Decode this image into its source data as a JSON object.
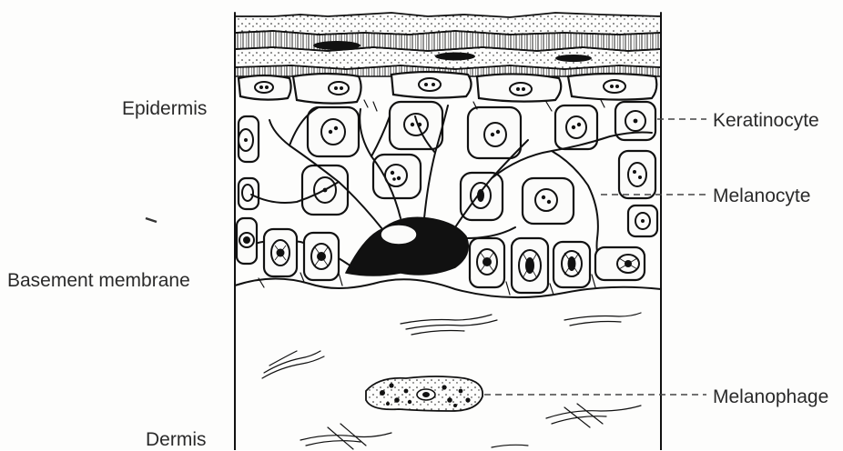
{
  "labels": {
    "epidermis": "Epidermis",
    "basement_membrane": "Basement membrane",
    "dermis": "Dermis",
    "keratinocyte": "Keratinocyte",
    "melanocyte": "Melanocyte",
    "melanophage": "Melanophage"
  },
  "colors": {
    "ink": "#111111",
    "paper": "#fdfdfc"
  }
}
